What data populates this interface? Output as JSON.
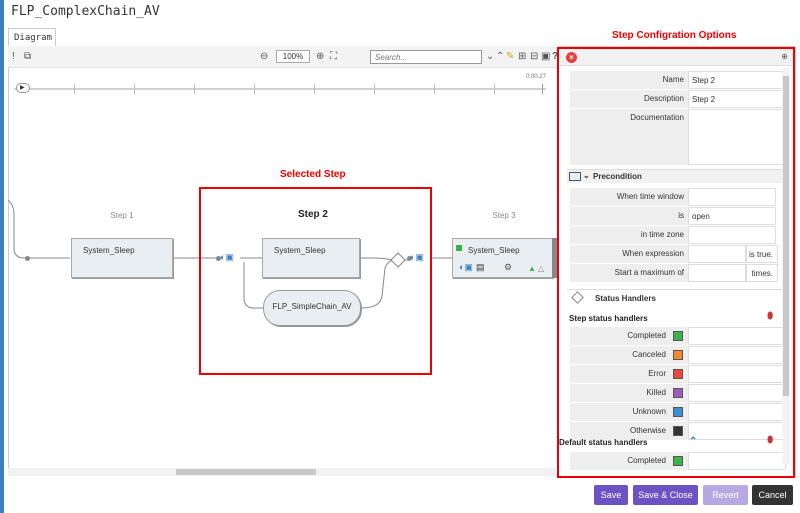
{
  "app": {
    "title": "FLP_ComplexChain_AV"
  },
  "tabs": [
    {
      "label": "Diagram"
    }
  ],
  "toolbar": {
    "zoom": "100%",
    "search_placeholder": "Search..."
  },
  "timeline": {
    "time_readout": "0:00:27"
  },
  "annotations": {
    "selected_step": "Selected Step",
    "panel_title": "Step Configration Options"
  },
  "diagram": {
    "steps": [
      {
        "label": "Step 1",
        "job": "System_Sleep"
      },
      {
        "label": "Step 2",
        "job": "System_Sleep",
        "subchain": "FLP_SimpleChain_AV"
      },
      {
        "label": "Step 3",
        "job": "System_Sleep"
      }
    ]
  },
  "panel": {
    "fields": {
      "name_label": "Name",
      "name_value": "Step 2",
      "description_label": "Description",
      "description_value": "Step 2",
      "documentation_label": "Documentation"
    },
    "precondition": {
      "title": "Precondition",
      "time_window_label": "When time window",
      "is_label": "is",
      "is_value": "open",
      "time_zone_label": "in time zone",
      "expression_label": "When expression",
      "expression_suffix": "is true.",
      "start_max_label": "Start a maximum of",
      "start_max_suffix": "times."
    },
    "status_handlers": {
      "title": "Status Handlers",
      "step_title": "Step status handlers",
      "items": [
        {
          "label": "Completed",
          "color": "#3bb34a"
        },
        {
          "label": "Canceled",
          "color": "#f28a2e"
        },
        {
          "label": "Error",
          "color": "#e8493f"
        },
        {
          "label": "Killed",
          "color": "#a25ab8"
        },
        {
          "label": "Unknown",
          "color": "#3a8fd6"
        },
        {
          "label": "Otherwise",
          "color": "#333333"
        }
      ],
      "default_title": "Default status handlers",
      "default_items": [
        {
          "label": "Completed",
          "color": "#3bb34a"
        }
      ]
    }
  },
  "buttons": {
    "save": "Save",
    "save_close": "Save & Close",
    "revert": "Revert",
    "cancel": "Cancel"
  }
}
